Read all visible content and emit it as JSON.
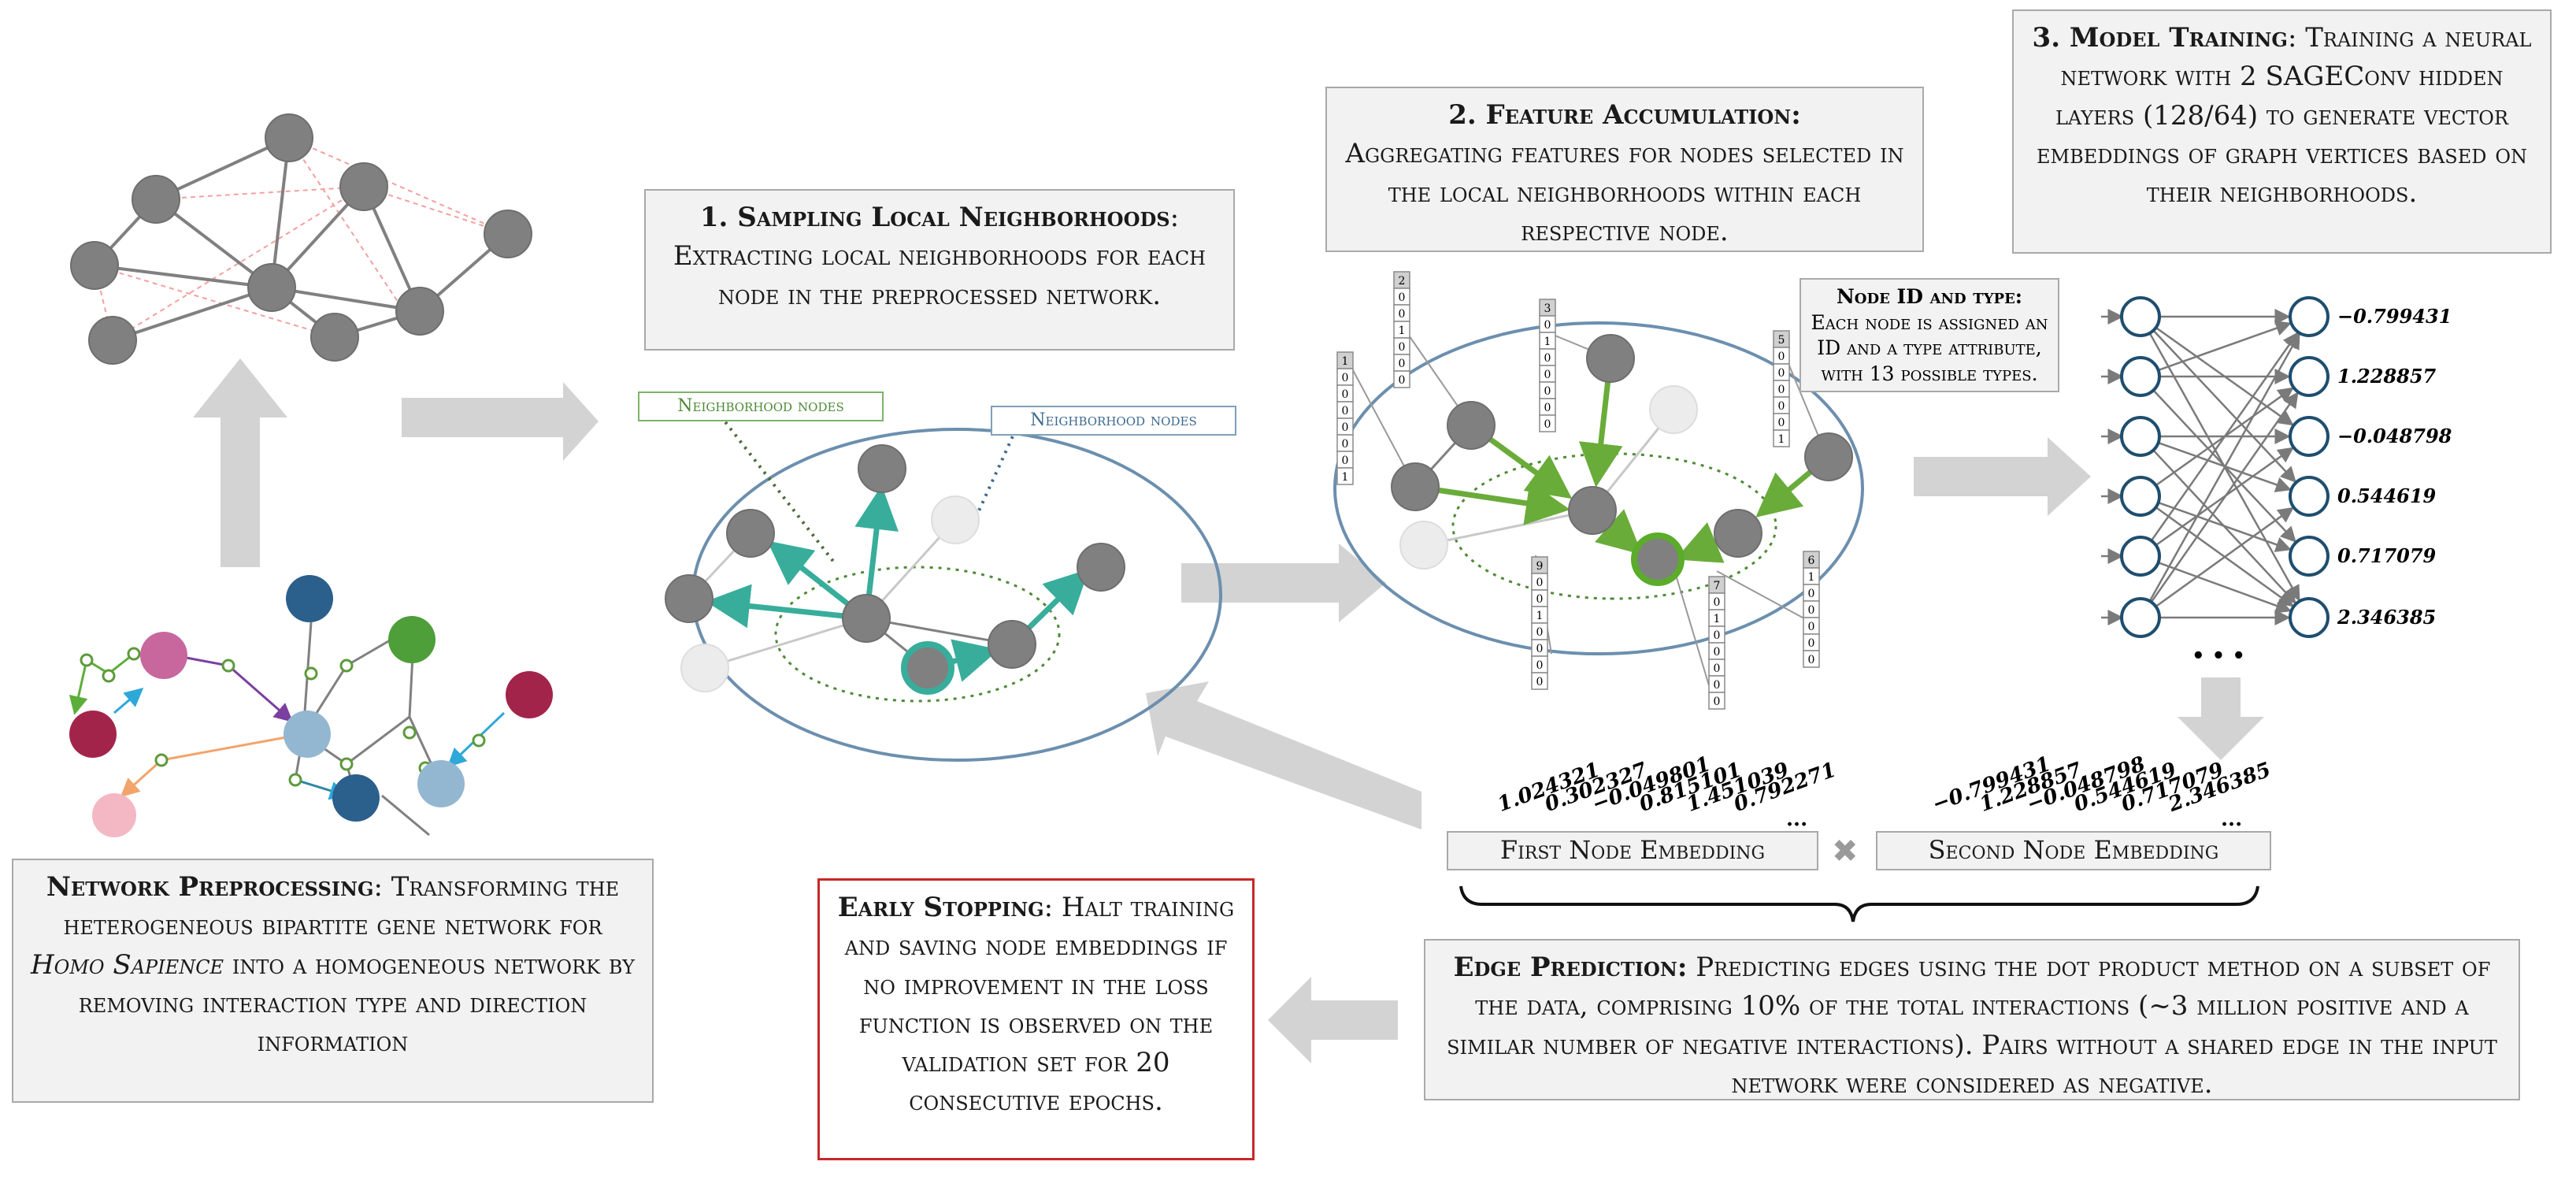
{
  "steps": {
    "preprocessing": {
      "title": "Network Preprocessing",
      "text_before_italic": ": Transforming the heterogeneous bipartite gene network for ",
      "italic": "Homo Sapience",
      "text_after_italic": " into a homogeneous network by removing interaction type and direction information"
    },
    "sampling": {
      "title": "1. Sampling Local Neighborhoods",
      "text": ": Extracting local neighborhoods for each node in the preprocessed network."
    },
    "accumulation": {
      "title": "2. Feature Accumulation:",
      "text": "Aggregating features for nodes selected in the local neighborhoods within each respective node."
    },
    "training": {
      "title": "3. Model Training",
      "text": ": Training a neural network with 2 SAGEConv hidden layers (128/64) to generate vector embeddings of graph vertices based on their neighborhoods."
    },
    "edge_prediction": {
      "title": "Edge Prediction:",
      "text": " Predicting edges using the dot product method on a subset of the data, comprising 10% of the total interactions (~3 million positive and a similar number of negative interactions). Pairs without a shared edge in the input network were considered as negative."
    },
    "early_stopping": {
      "title": "Early Stopping",
      "text": ": Halt training and saving node embeddings if no improvement in the loss function is observed on the validation set for 20 consecutive epochs."
    }
  },
  "tags": {
    "neighborhood_green": "Neighborhood nodes",
    "neighborhood_blue": "Neighborhood nodes"
  },
  "node_info": {
    "title": "Node ID and type:",
    "text": "Each node is assigned an ID and a type attribute, with 13 possible types."
  },
  "feature_vectors": [
    {
      "id": "1",
      "bits": [
        "0",
        "0",
        "0",
        "0",
        "0",
        "0",
        "1"
      ]
    },
    {
      "id": "2",
      "bits": [
        "0",
        "0",
        "1",
        "0",
        "0",
        "0"
      ]
    },
    {
      "id": "3",
      "bits": [
        "0",
        "1",
        "0",
        "0",
        "0",
        "0",
        "0"
      ]
    },
    {
      "id": "5",
      "bits": [
        "0",
        "0",
        "0",
        "0",
        "0",
        "1"
      ]
    },
    {
      "id": "9",
      "bits": [
        "0",
        "0",
        "1",
        "0",
        "0",
        "0",
        "0"
      ]
    },
    {
      "id": "7",
      "bits": [
        "0",
        "1",
        "0",
        "0",
        "0",
        "0",
        "0"
      ]
    },
    {
      "id": "6",
      "bits": [
        "1",
        "0",
        "0",
        "0",
        "0",
        "0"
      ]
    }
  ],
  "output_values": [
    "−0.799431",
    "1.228857",
    "−0.048798",
    "0.544619",
    "0.717079",
    "2.346385"
  ],
  "ellipsis": "• • •",
  "embeddings": {
    "first_label": "First Node Embedding",
    "second_label": "Second Node Embedding",
    "first_values": [
      "1.024321",
      "0.302327",
      "−0.049801",
      "0.815101",
      "1.451039",
      "0.792271",
      "..."
    ],
    "second_values": [
      "−0.799431",
      "1.228857",
      "−0.048798",
      "0.544619",
      "0.717079",
      "2.346385",
      "..."
    ],
    "multiply_symbol": "✖"
  },
  "colors": {
    "arrow_gray": "#d3d3d3",
    "node_gray": "#808080",
    "node_faded": "#ececec",
    "teal": "#38ad9b",
    "green": "#6aac3a",
    "ellipse_blue": "#6c8fae",
    "nn_blue": "#1f4e6e",
    "red_border": "#c62828",
    "dashed_red": "#f4a0a0"
  }
}
